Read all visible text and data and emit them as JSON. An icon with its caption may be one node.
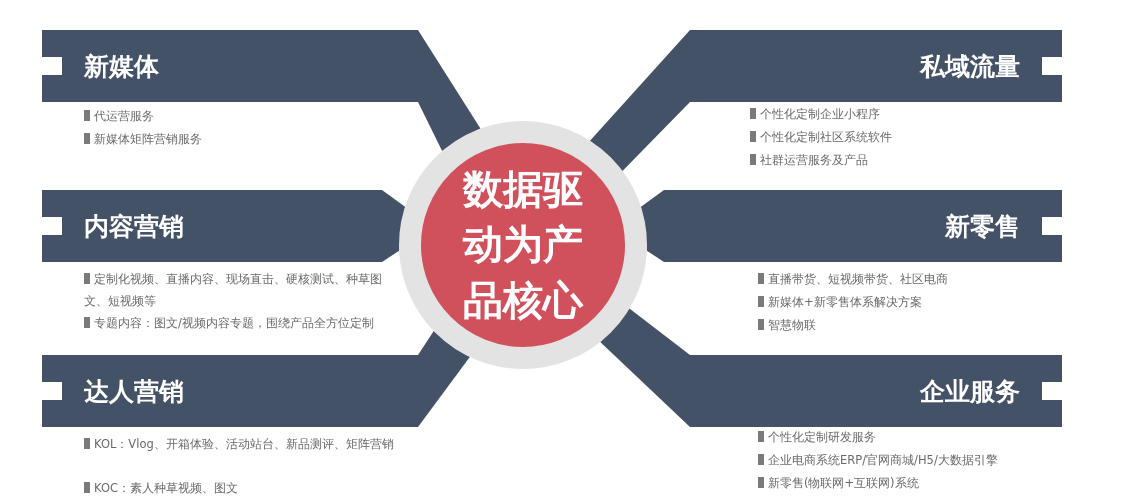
{
  "diagram": {
    "nodes": [
      {
        "text": [
          "数据驱动为产品核心"
        ]
      },
      {
        "text": [
          "新媒体"
        ],
        "beside": [
          "代运营服务",
          "新媒体矩阵营销服务"
        ]
      },
      {
        "text": [
          "内容营销"
        ],
        "beside": [
          "定制化视频、直播内容、现场直击、硬核测试、种草图文、短视频等",
          "专题内容：图文/视频内容专题，围绕产品全方位定制"
        ]
      },
      {
        "text": [
          "达人营销"
        ],
        "beside": [
          "KOL：Vlog、开箱体验、活动站台、新品测评、矩阵营销",
          "KOC：素人种草视频、图文"
        ]
      },
      {
        "text": [
          "私域流量"
        ],
        "beside": [
          "个性化定制企业小程序",
          "个性化定制社区系统软件",
          "社群运营服务及产品"
        ]
      },
      {
        "text": [
          "新零售"
        ],
        "beside": [
          "直播带货、短视频带货、社区电商",
          "新媒体+新零售体系解决方案",
          "智慧物联"
        ]
      },
      {
        "text": [
          "企业服务"
        ],
        "beside": [
          "个性化定制研发服务",
          "企业电商系统ERP/官网商城/H5/大数据引擎",
          "新零售(物联网+互联网)系统"
        ]
      }
    ],
    "edges": [
      {
        "from": 1,
        "to": 0,
        "arrow": "none"
      },
      {
        "from": 2,
        "to": 0,
        "arrow": "none"
      },
      {
        "from": 3,
        "to": 0,
        "arrow": "none"
      },
      {
        "from": 4,
        "to": 0,
        "arrow": "none"
      },
      {
        "from": 5,
        "to": 0,
        "arrow": "none"
      },
      {
        "from": 6,
        "to": 0,
        "arrow": "none"
      }
    ]
  }
}
